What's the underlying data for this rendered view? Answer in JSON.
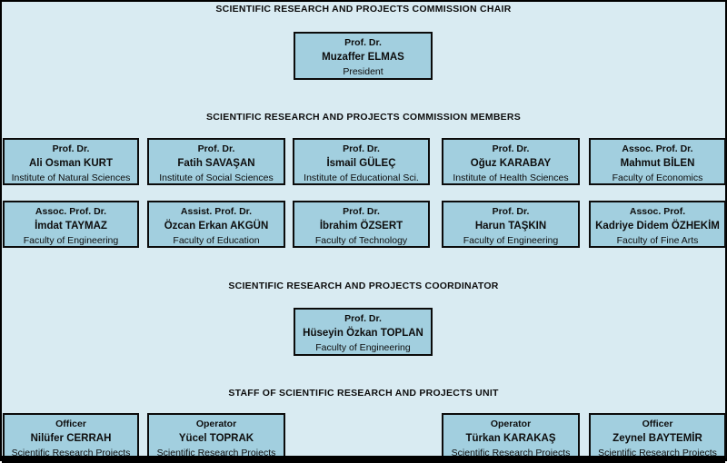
{
  "colors": {
    "background": "#d9ebf2",
    "box_fill": "#a2cfdf",
    "box_border": "#0b0b0b",
    "text": "#0d0d0d",
    "bottom_bar": "#000000"
  },
  "sections": {
    "chair_heading": "SCIENTIFIC RESEARCH AND PROJECTS COMMISSION CHAIR",
    "members_heading": "SCIENTIFIC RESEARCH AND PROJECTS COMMISSION MEMBERS",
    "coordinator_heading": "SCIENTIFIC RESEARCH AND PROJECTS COORDINATOR",
    "staff_heading": "STAFF OF SCIENTIFIC RESEARCH AND PROJECTS UNIT"
  },
  "chair": {
    "title": "Prof. Dr.",
    "name": "Muzaffer ELMAS",
    "affiliation": "President"
  },
  "members_row1": [
    {
      "title": "Prof. Dr.",
      "name": "Ali Osman KURT",
      "affiliation": "Institute of Natural Sciences"
    },
    {
      "title": "Prof. Dr.",
      "name": "Fatih SAVAŞAN",
      "affiliation": "Institute of Social Sciences"
    },
    {
      "title": "Prof. Dr.",
      "name": "İsmail GÜLEÇ",
      "affiliation": "Institute of Educational Sci."
    },
    {
      "title": "Prof. Dr.",
      "name": "Oğuz KARABAY",
      "affiliation": "Institute of Health Sciences"
    },
    {
      "title": "Assoc. Prof. Dr.",
      "name": "Mahmut BİLEN",
      "affiliation": "Faculty of Economics"
    }
  ],
  "members_row2": [
    {
      "title": "Assoc. Prof. Dr.",
      "name": "İmdat TAYMAZ",
      "affiliation": "Faculty of Engineering"
    },
    {
      "title": "Assist. Prof. Dr.",
      "name": "Özcan Erkan AKGÜN",
      "affiliation": "Faculty of Education"
    },
    {
      "title": "Prof. Dr.",
      "name": "İbrahim ÖZSERT",
      "affiliation": "Faculty of Technology"
    },
    {
      "title": "Prof. Dr.",
      "name": "Harun TAŞKIN",
      "affiliation": "Faculty of Engineering"
    },
    {
      "title": "Assoc. Prof.",
      "name": "Kadriye Didem ÖZHEKİM",
      "affiliation": "Faculty of Fine Arts"
    }
  ],
  "coordinator": {
    "title": "Prof. Dr.",
    "name": "Hüseyin Özkan TOPLAN",
    "affiliation": "Faculty of Engineering"
  },
  "staff": [
    {
      "title": "Officer",
      "name": "Nilüfer CERRAH",
      "affiliation": "Scientific Research Projects"
    },
    {
      "title": "Operator",
      "name": "Yücel TOPRAK",
      "affiliation": "Scientific Research Projects"
    },
    {
      "title": "Operator",
      "name": "Türkan KARAKAŞ",
      "affiliation": "Scientific Research Projects"
    },
    {
      "title": "Officer",
      "name": "Zeynel BAYTEMİR",
      "affiliation": "Scientific Research Projects"
    }
  ]
}
